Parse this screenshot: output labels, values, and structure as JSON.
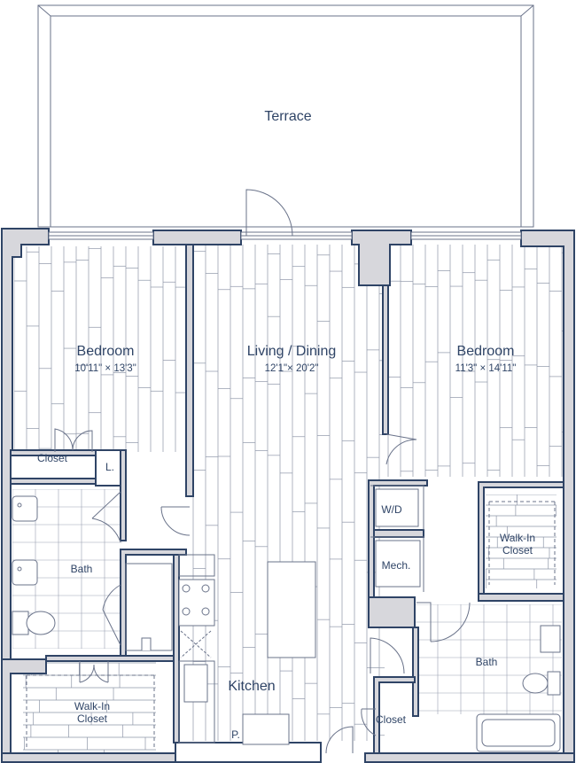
{
  "colors": {
    "wall_fill": "#d7d7dc",
    "wall_stroke": "#2f4466",
    "floor_line": "#8e96a8",
    "fixture_line": "#6a738a",
    "text": "#2f4466"
  },
  "rooms": {
    "terrace": {
      "name": "Terrace"
    },
    "bedroom_left": {
      "name": "Bedroom",
      "dimensions": "10'11\" × 13'3\""
    },
    "living_dining": {
      "name": "Living / Dining",
      "dimensions": "12'1\"× 20'2\""
    },
    "bedroom_right": {
      "name": "Bedroom",
      "dimensions": "11'3\" × 14'11\""
    },
    "closet_left": {
      "name": "Closet"
    },
    "linen": {
      "name": "L."
    },
    "bath_left": {
      "name": "Bath"
    },
    "walkin_left": {
      "name": "Walk-In\nCloset"
    },
    "kitchen": {
      "name": "Kitchen"
    },
    "pantry": {
      "name": "P."
    },
    "wd": {
      "name": "W/D"
    },
    "mech": {
      "name": "Mech."
    },
    "walkin_right": {
      "name": "Walk-In\nCloset"
    },
    "bath_right": {
      "name": "Bath"
    },
    "closet_right": {
      "name": "Closet"
    }
  }
}
